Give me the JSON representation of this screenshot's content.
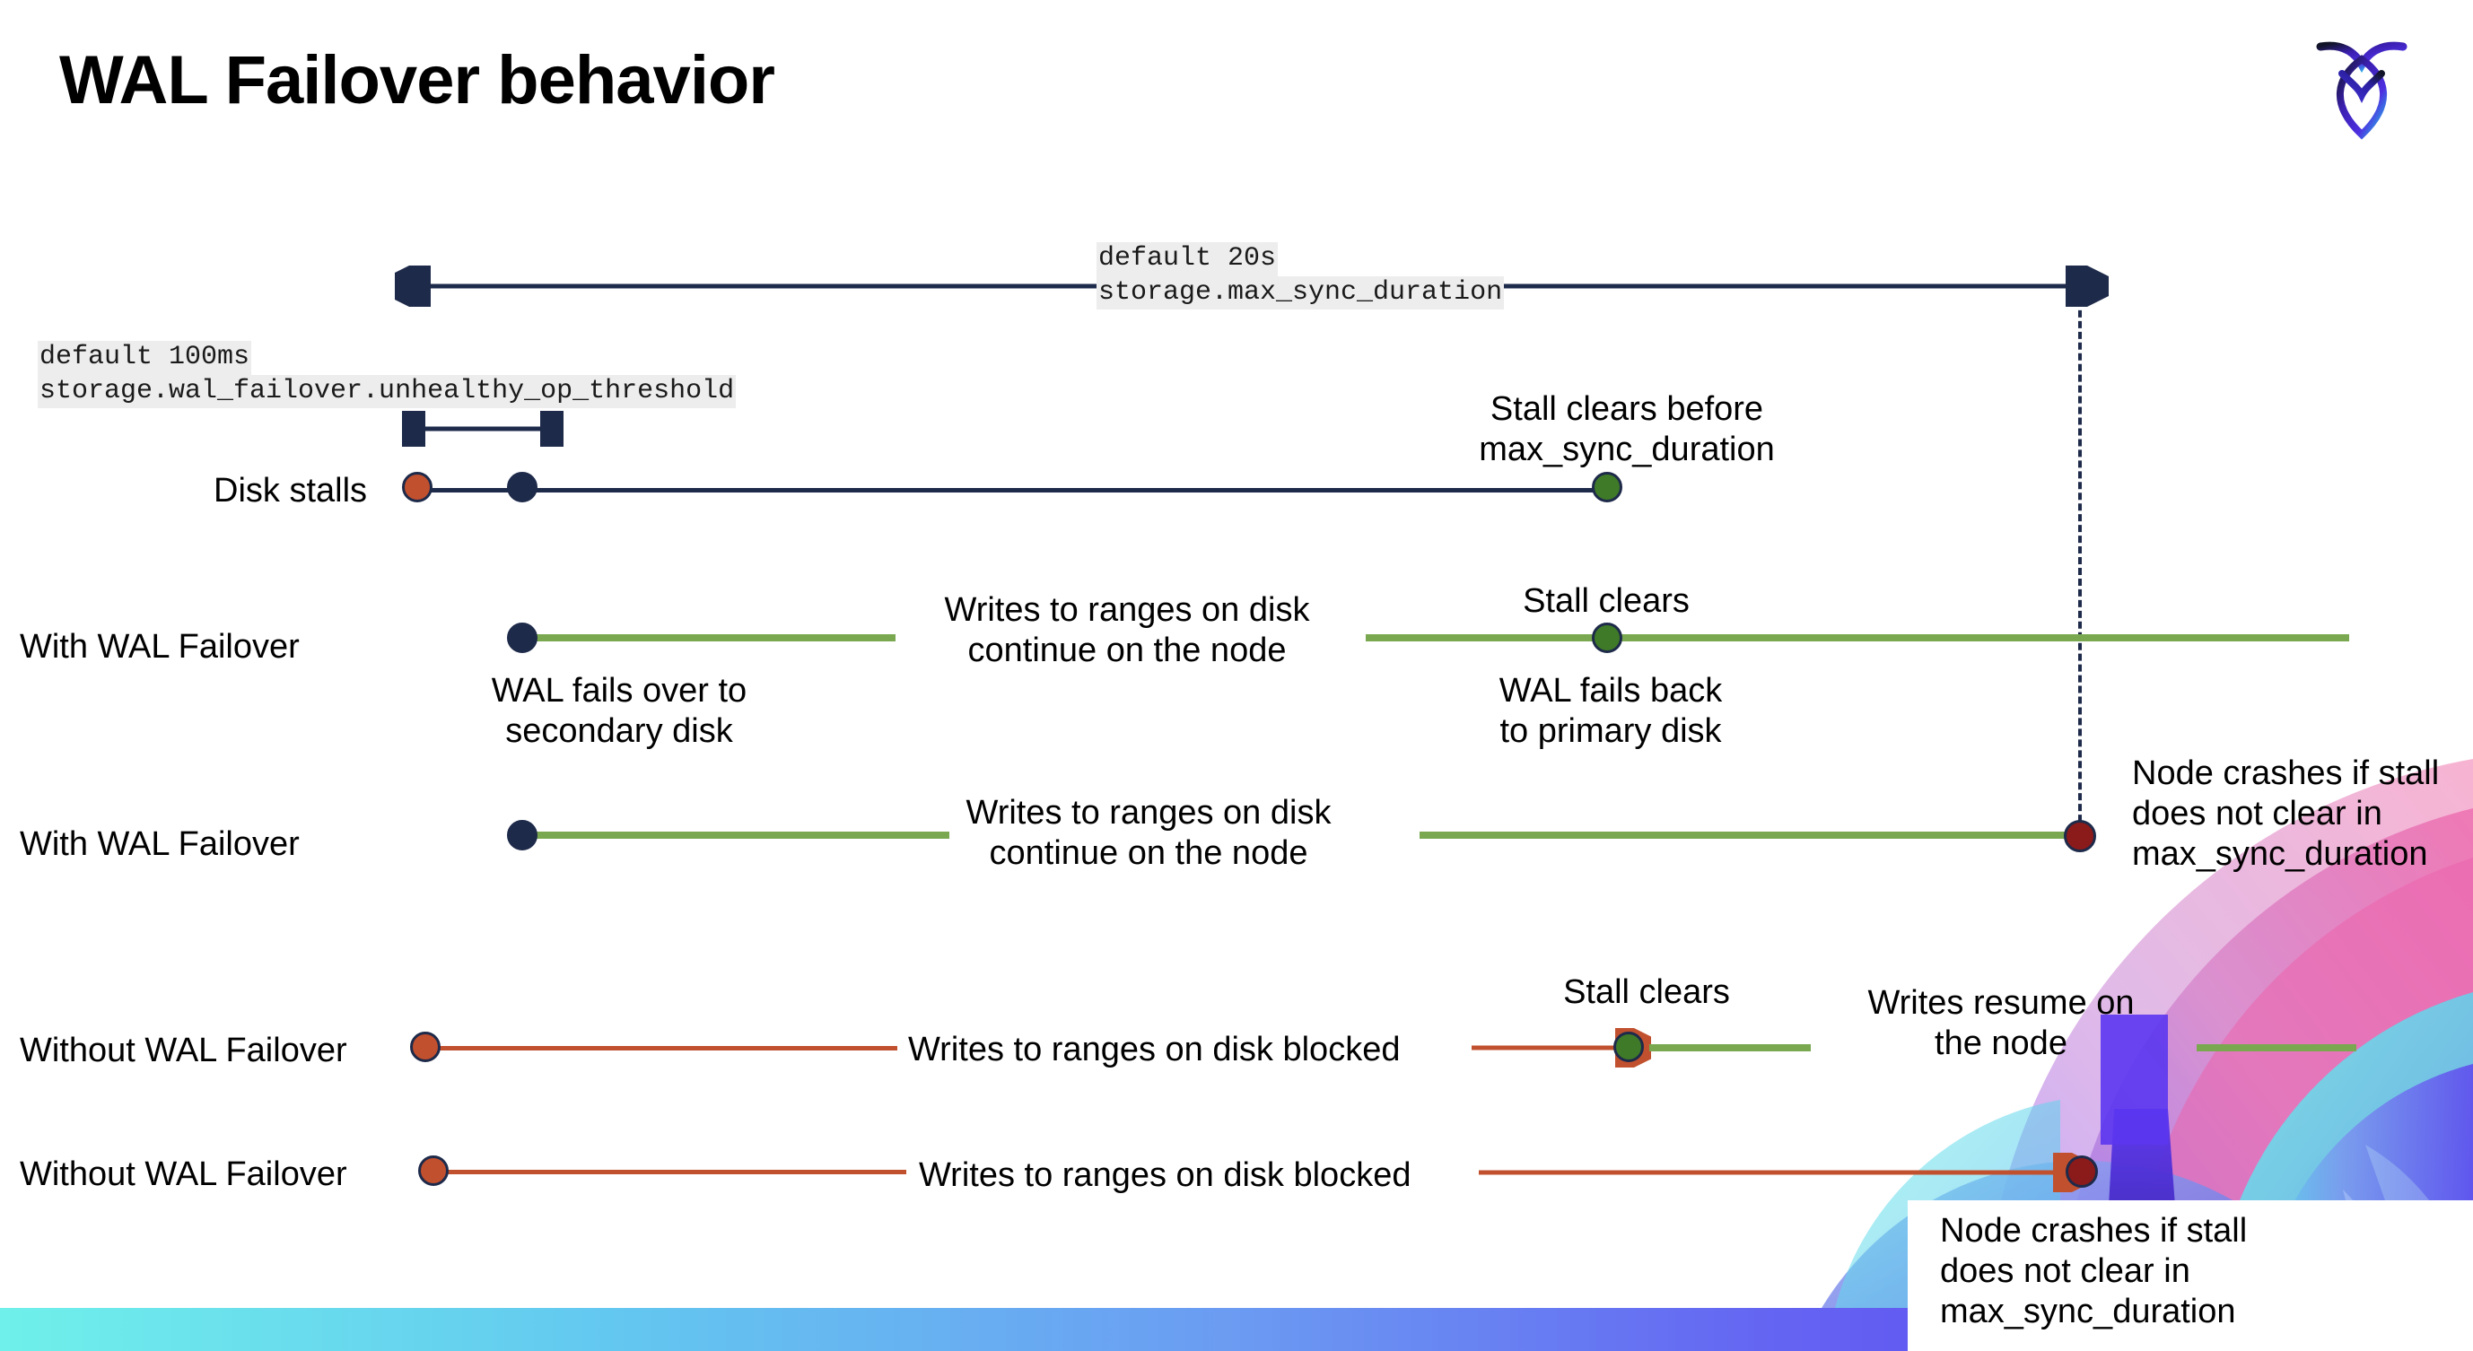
{
  "slide": {
    "title": "WAL Failover behavior",
    "logo_name": "cockroachdb-logo"
  },
  "annotations": {
    "max_sync_default": "default 20s",
    "max_sync_setting": "storage.max_sync_duration",
    "unhealthy_default": "default 100ms",
    "unhealthy_setting": "storage.wal_failover.unhealthy_op_threshold"
  },
  "rows": [
    {
      "label": "Disk stalls",
      "notes": [
        "Stall clears before\nmax_sync_duration"
      ]
    },
    {
      "label": "With WAL Failover",
      "notes": [
        "Writes to ranges on disk\ncontinue on the node",
        "Stall clears",
        "WAL fails over to\nsecondary disk",
        "WAL fails  back\nto primary disk"
      ]
    },
    {
      "label": "With WAL Failover",
      "notes": [
        "Writes to ranges on disk\ncontinue on the node",
        "Node crashes if stall\ndoes not clear in\nmax_sync_duration"
      ]
    },
    {
      "label": "Without WAL Failover",
      "notes": [
        "Writes to ranges on disk  blocked",
        "Stall clears",
        "Writes resume on\nthe node"
      ]
    },
    {
      "label": "Without WAL Failover",
      "notes": [
        "Writes to ranges on disk  blocked",
        "Node crashes if stall\ndoes not clear in\nmax_sync_duration"
      ]
    }
  ],
  "colors": {
    "navy": "#1e2a4a",
    "orange": "#c1502e",
    "green_line": "#7aa851",
    "green_dot": "#3f7a28",
    "dark_red": "#8b1a1a",
    "red_line": "#c1502e",
    "code_bg": "#ededed",
    "bar_start": "#6ff0ea",
    "bar_end": "#5b36f0"
  }
}
